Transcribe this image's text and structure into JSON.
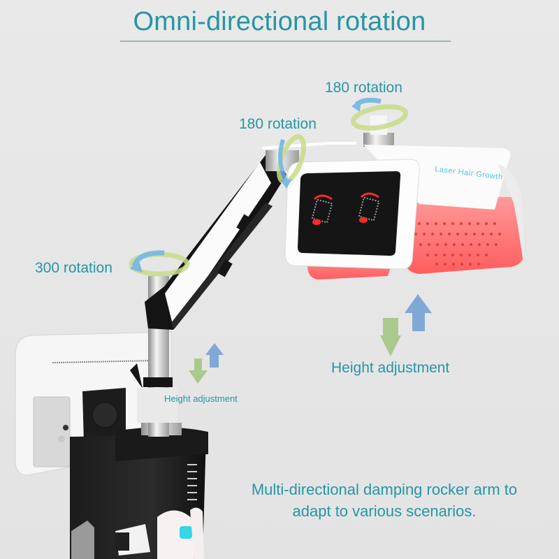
{
  "header": {
    "title": "Omni-directional rotation"
  },
  "annotations": {
    "rotation_top": "180 rotation",
    "rotation_middle": "180 rotation",
    "rotation_base": "300 rotation",
    "height_small": "Height adjustment",
    "height_large": "Height adjustment"
  },
  "device": {
    "brand_text": "Laser Hair Growth",
    "light_color": "#ff5a5a"
  },
  "caption": {
    "line1": "Multi-directional damping rocker arm to",
    "line2": "adapt to various scenarios."
  },
  "colors": {
    "accent_text": "#2596a6",
    "arrow_up": "#7fa8d6",
    "arrow_down": "#a9c98d",
    "background": "#e8e8e8"
  }
}
